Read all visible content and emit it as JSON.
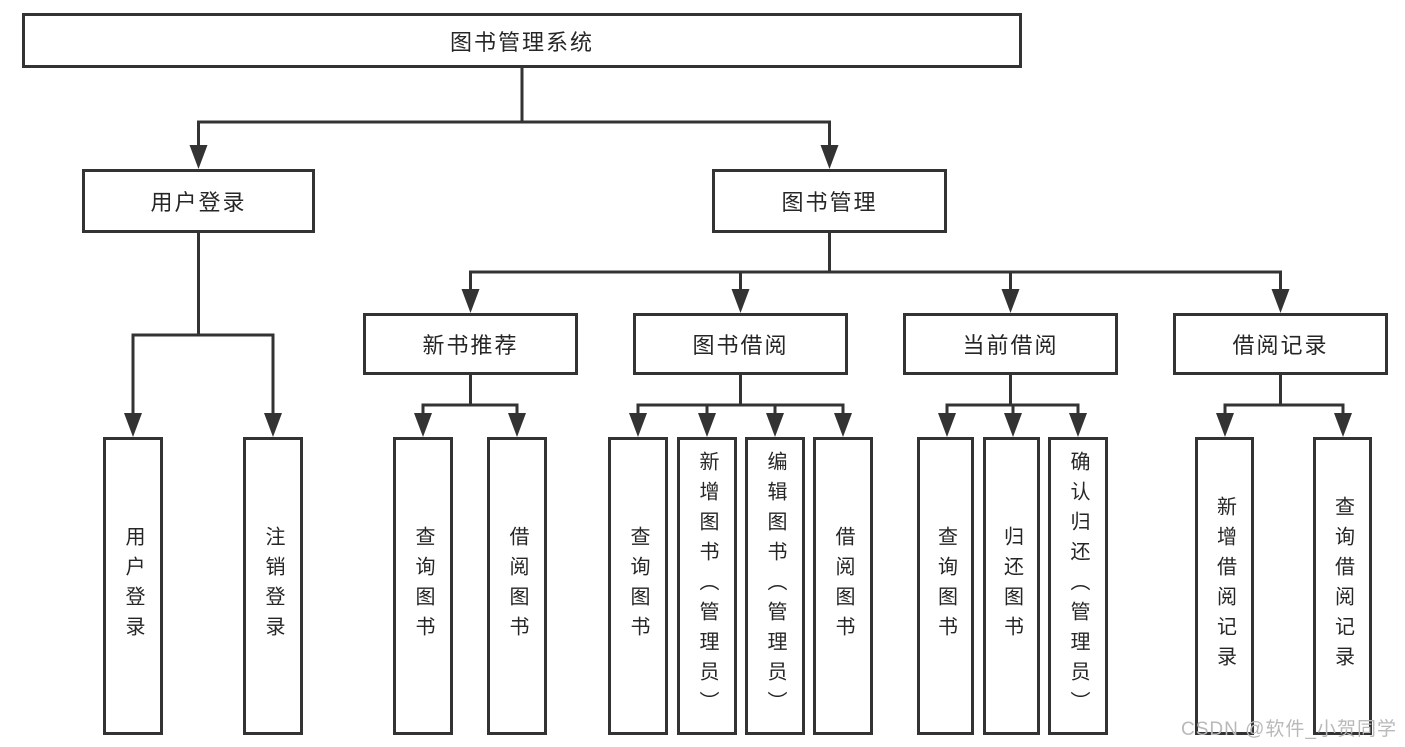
{
  "tree": {
    "root": {
      "label": "图书管理系统"
    },
    "level2": [
      {
        "key": "user_login",
        "label": "用户登录"
      },
      {
        "key": "book_management",
        "label": "图书管理"
      }
    ],
    "level3": [
      {
        "key": "new_book_recommend",
        "label": "新书推荐"
      },
      {
        "key": "book_borrow",
        "label": "图书借阅"
      },
      {
        "key": "current_borrow",
        "label": "当前借阅"
      },
      {
        "key": "borrow_records",
        "label": "借阅记录"
      }
    ],
    "leaves": {
      "user_login": [
        {
          "label": "用户登录"
        },
        {
          "label": "注销登录"
        }
      ],
      "new_book_recommend": [
        {
          "label": "查询图书"
        },
        {
          "label": "借阅图书"
        }
      ],
      "book_borrow": [
        {
          "label": "查询图书"
        },
        {
          "label": "新增图书（管理员）"
        },
        {
          "label": "编辑图书（管理员）"
        },
        {
          "label": "借阅图书"
        }
      ],
      "current_borrow": [
        {
          "label": "查询图书"
        },
        {
          "label": "归还图书"
        },
        {
          "label": "确认归还（管理员）"
        }
      ],
      "borrow_records": [
        {
          "label": "新增借阅记录"
        },
        {
          "label": "查询借阅记录"
        }
      ]
    }
  },
  "watermark": {
    "text": "CSDN @软件_小贺同学"
  },
  "colors": {
    "line": "#333333",
    "text": "#262626",
    "watermark": "#b9b9b9",
    "background": "#ffffff"
  }
}
